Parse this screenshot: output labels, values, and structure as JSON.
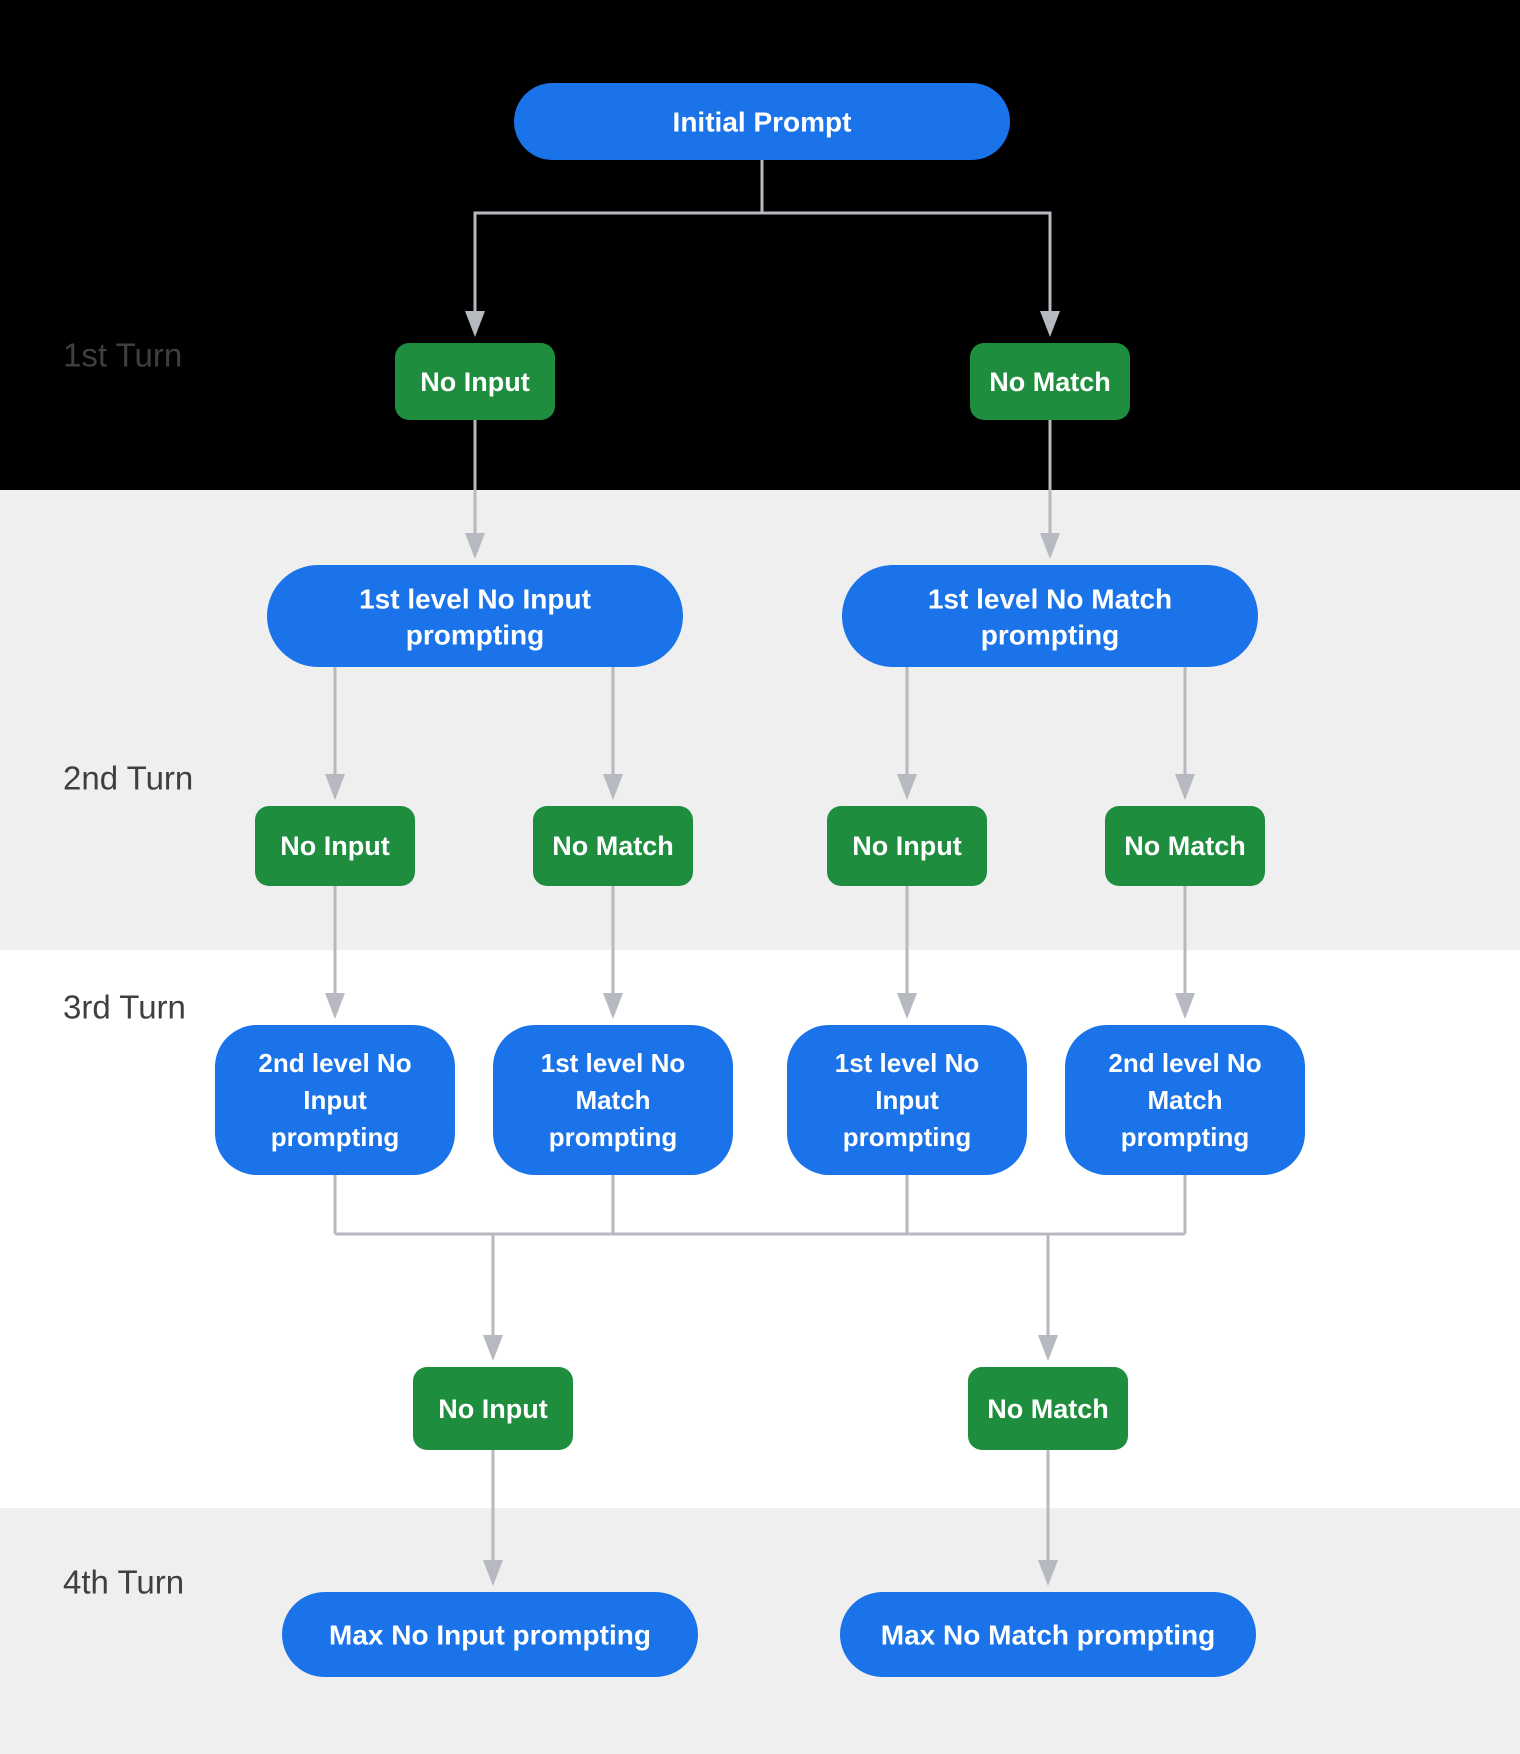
{
  "colors": {
    "band-black": "#000000",
    "band-gray": "#efefef",
    "band-white": "#ffffff",
    "node-blue": "#1a73e8",
    "node-green": "#1e8e3e",
    "connector": "#b6bac0",
    "label-text": "#3c4043",
    "node-text": "#ffffff"
  },
  "turn_labels": [
    "1st Turn",
    "2nd Turn",
    "3rd Turn",
    "4th Turn"
  ],
  "nodes": {
    "initial_prompt": "Initial Prompt",
    "turn1": {
      "no_input": "No Input",
      "no_match": "No Match"
    },
    "turn2_prompts": {
      "no_input": {
        "line1": "1st level No Input",
        "line2": "prompting"
      },
      "no_match": {
        "line1": "1st level No Match",
        "line2": "prompting"
      }
    },
    "turn2_events": [
      "No Input",
      "No Match",
      "No Input",
      "No Match"
    ],
    "turn3_prompts": [
      {
        "line1": "2nd level No",
        "line2": "Input",
        "line3": "prompting"
      },
      {
        "line1": "1st level No",
        "line2": "Match",
        "line3": "prompting"
      },
      {
        "line1": "1st level No",
        "line2": "Input",
        "line3": "prompting"
      },
      {
        "line1": "2nd level No",
        "line2": "Match",
        "line3": "prompting"
      }
    ],
    "turn3_events": {
      "no_input": "No Input",
      "no_match": "No Match"
    },
    "turn4_prompts": {
      "no_input": "Max No Input prompting",
      "no_match": "Max No Match prompting"
    }
  }
}
